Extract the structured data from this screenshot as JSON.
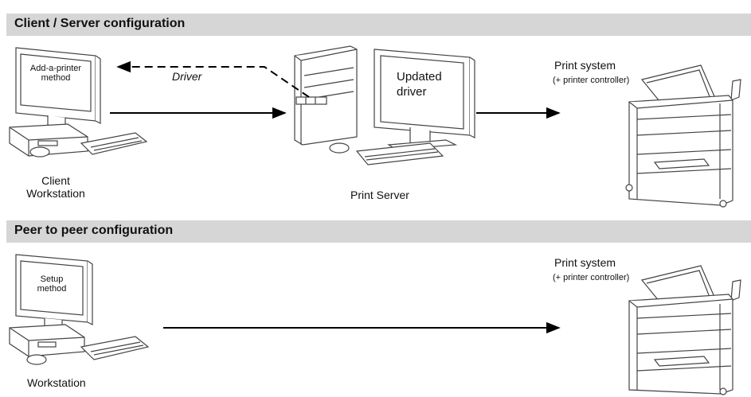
{
  "sections": {
    "client_server": {
      "title": "Client / Server configuration",
      "client_screen_text": [
        "Add-a-printer",
        "method"
      ],
      "client_label": [
        "Client",
        "Workstation"
      ],
      "driver_label": "Driver",
      "server_screen_text": [
        "Updated",
        "driver"
      ],
      "server_label": "Print Server",
      "printer_label": "Print system",
      "printer_sublabel": "(+ printer controller)"
    },
    "peer_to_peer": {
      "title": "Peer to peer configuration",
      "screen_text": [
        "Setup",
        "method"
      ],
      "workstation_label": "Workstation",
      "printer_label": "Print system",
      "printer_sublabel": "(+ printer controller)"
    }
  }
}
